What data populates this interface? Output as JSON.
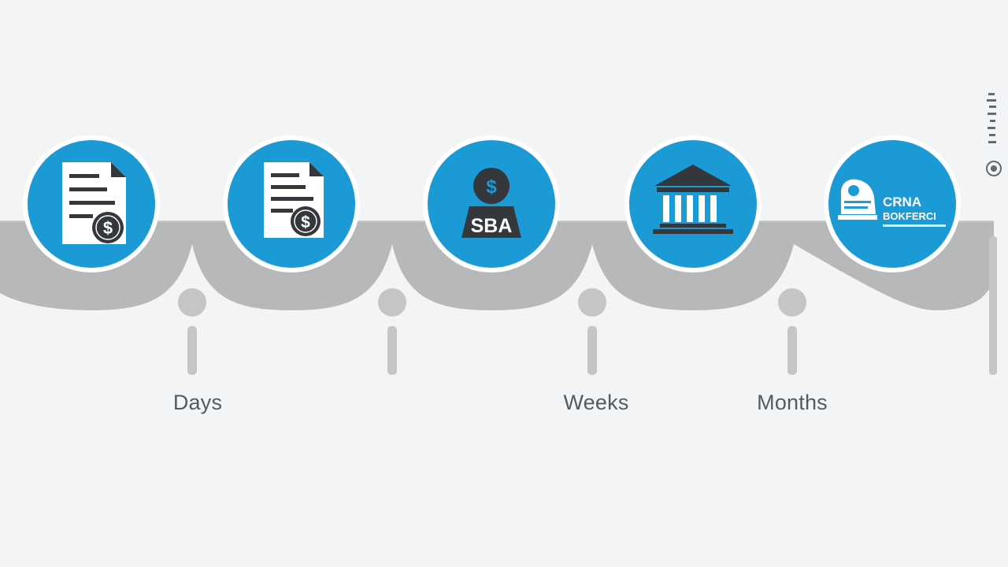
{
  "colors": {
    "background": "#f3f4f6",
    "node_fill": "#1c9ad6",
    "node_ring": "#ffffff",
    "track": "#b7b8ba",
    "marker": "#c4c5c7",
    "icon_dark": "#34373b",
    "icon_light": "#ffffff",
    "label": "#555a60"
  },
  "nodes": [
    {
      "id": "application",
      "icon": "document-dollar-icon"
    },
    {
      "id": "review",
      "icon": "document-dollar-icon"
    },
    {
      "id": "sba",
      "icon": "sba-dollar-icon",
      "text": "SBA"
    },
    {
      "id": "bank",
      "icon": "bank-building-icon"
    },
    {
      "id": "funding",
      "icon": "logo-icon",
      "text_lines": [
        "CRNA",
        "BOKFERCI"
      ]
    }
  ],
  "timeline": {
    "labels": [
      "Days",
      "Weeks",
      "Months"
    ]
  }
}
